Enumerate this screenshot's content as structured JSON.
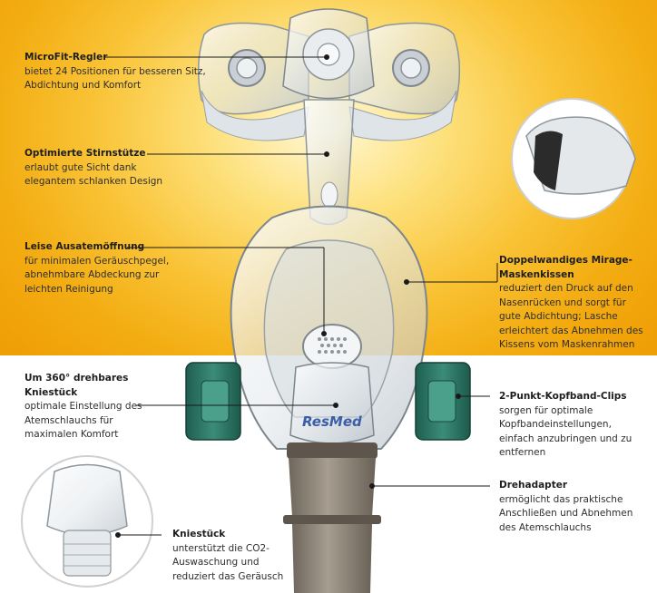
{
  "callouts": [
    {
      "key": "microfit",
      "title": "MicroFit-Regler",
      "desc": "bietet 24 Positionen für besseren Sitz, Abdichtung und Komfort"
    },
    {
      "key": "stirnstuetze",
      "title": "Optimierte Stirnstütze",
      "desc": "erlaubt gute Sicht dank elegantem schlanken Design"
    },
    {
      "key": "ausatem",
      "title": "Leise Ausatemöffnung",
      "desc": "für minimalen Geräuschpegel, abnehmbare Abdeckung zur leichten Reinigung"
    },
    {
      "key": "doppelwandig",
      "title": "Doppelwandiges Mirage-Maskenkissen",
      "desc": "reduziert den Druck auf den Nasenrücken und sorgt für gute Abdichtung; Lasche erleichtert das Abnehmen des Kissens vom Maskenrahmen"
    },
    {
      "key": "kniestueck360",
      "title": "Um 360° drehbares Kniestück",
      "desc": "optimale Einstellung des Atemschlauchs für maximalen Komfort"
    },
    {
      "key": "kopfband",
      "title": "2-Punkt-Kopfband-Clips",
      "desc": "sorgen für optimale Kopfbandeinstellungen, einfach anzubringen und zu entfernen"
    },
    {
      "key": "drehadapter",
      "title": "Drehadapter",
      "desc": "ermöglicht das praktische Anschließen und Abnehmen des Atemschlauchs"
    },
    {
      "key": "kniestueck",
      "title": "Kniestück",
      "desc": "unterstützt die CO2-Auswaschung und reduziert das Geräusch"
    }
  ],
  "brand": {
    "logo_text": "ResMed"
  },
  "colors": {
    "gold": "#f9c336",
    "clip_green": "#2f7b6a",
    "tube_gray": "#8f8678"
  }
}
